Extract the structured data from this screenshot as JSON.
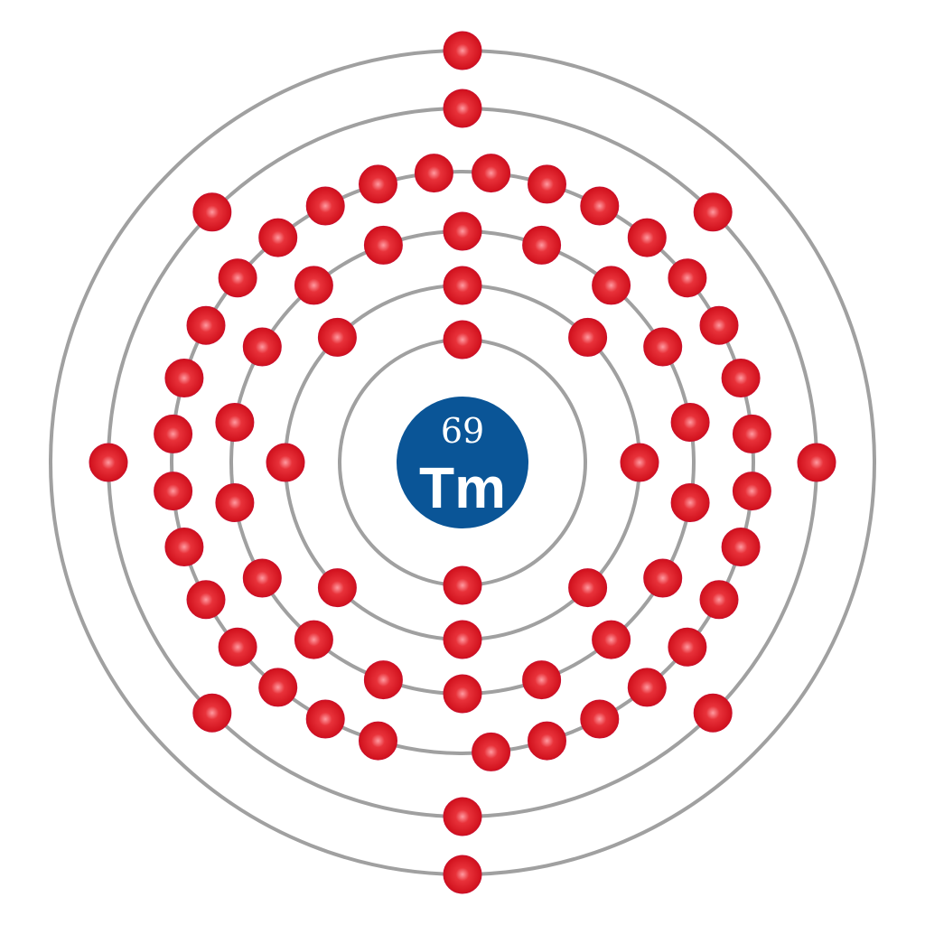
{
  "element": {
    "atomic_number": "69",
    "symbol": "Tm"
  },
  "shells": [
    {
      "electrons": 2
    },
    {
      "electrons": 8
    },
    {
      "electrons": 18
    },
    {
      "electrons": 31
    },
    {
      "electrons": 8
    },
    {
      "electrons": 2
    }
  ],
  "colors": {
    "nucleus": "#0a5597",
    "electron": "#e0141e",
    "shell": "#a0a0a0",
    "text": "#ffffff"
  }
}
